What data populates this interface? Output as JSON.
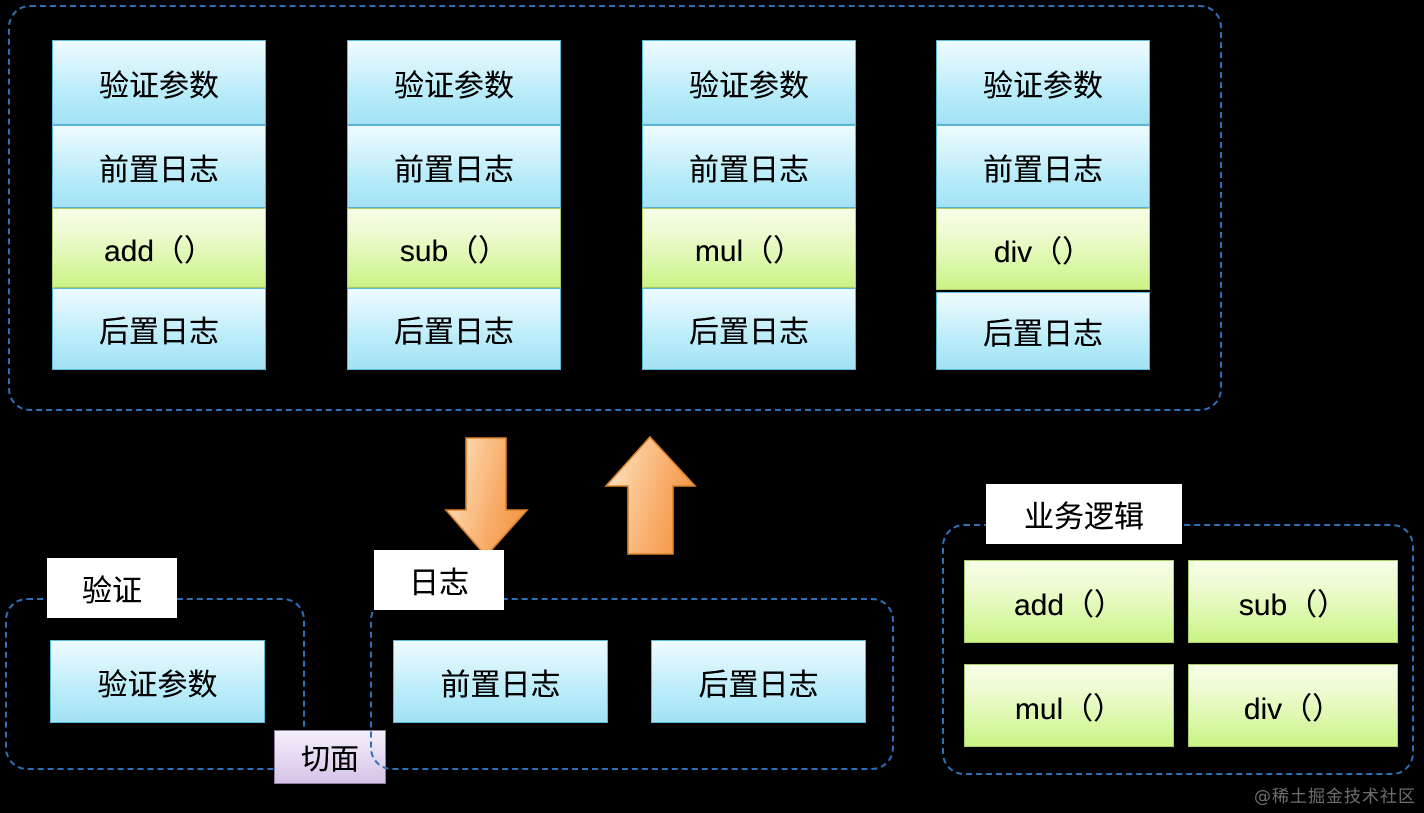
{
  "diagram": {
    "title_watermark": "@稀土掘金技术社区",
    "weave": {
      "name": "woven-methods-container",
      "columns": [
        {
          "rows": [
            "验证参数",
            "前置日志",
            "add（）",
            "后置日志"
          ]
        },
        {
          "rows": [
            "验证参数",
            "前置日志",
            "sub（）",
            "后置日志"
          ]
        },
        {
          "rows": [
            "验证参数",
            "前置日志",
            "mul（）",
            "后置日志"
          ]
        },
        {
          "rows": [
            "验证参数",
            "前置日志",
            "div（）",
            "后置日志"
          ]
        }
      ]
    },
    "arrows": {
      "down_label": "weave-down-arrow",
      "up_label": "weave-up-arrow",
      "color": "#F6A75C"
    },
    "validate_group": {
      "label": "验证",
      "items": [
        "验证参数"
      ]
    },
    "log_group": {
      "label": "日志",
      "items": [
        "前置日志",
        "后置日志"
      ]
    },
    "aspect_badge": {
      "label": "切面"
    },
    "business_group": {
      "label": "业务逻辑",
      "items": [
        "add（）",
        "sub（）",
        "mul（）",
        "div（）"
      ]
    },
    "colors": {
      "background": "#000000",
      "group_border": "#2F6FB5",
      "blue_fill_top": "#ECFBFE",
      "blue_fill_bottom": "#A3E2F4",
      "green_fill_top": "#F6FEE7",
      "green_fill_bottom": "#CBF385",
      "purple_fill_top": "#F4EEFA",
      "purple_fill_bottom": "#D4C2E7",
      "arrow_fill": "#F6A75C"
    }
  }
}
